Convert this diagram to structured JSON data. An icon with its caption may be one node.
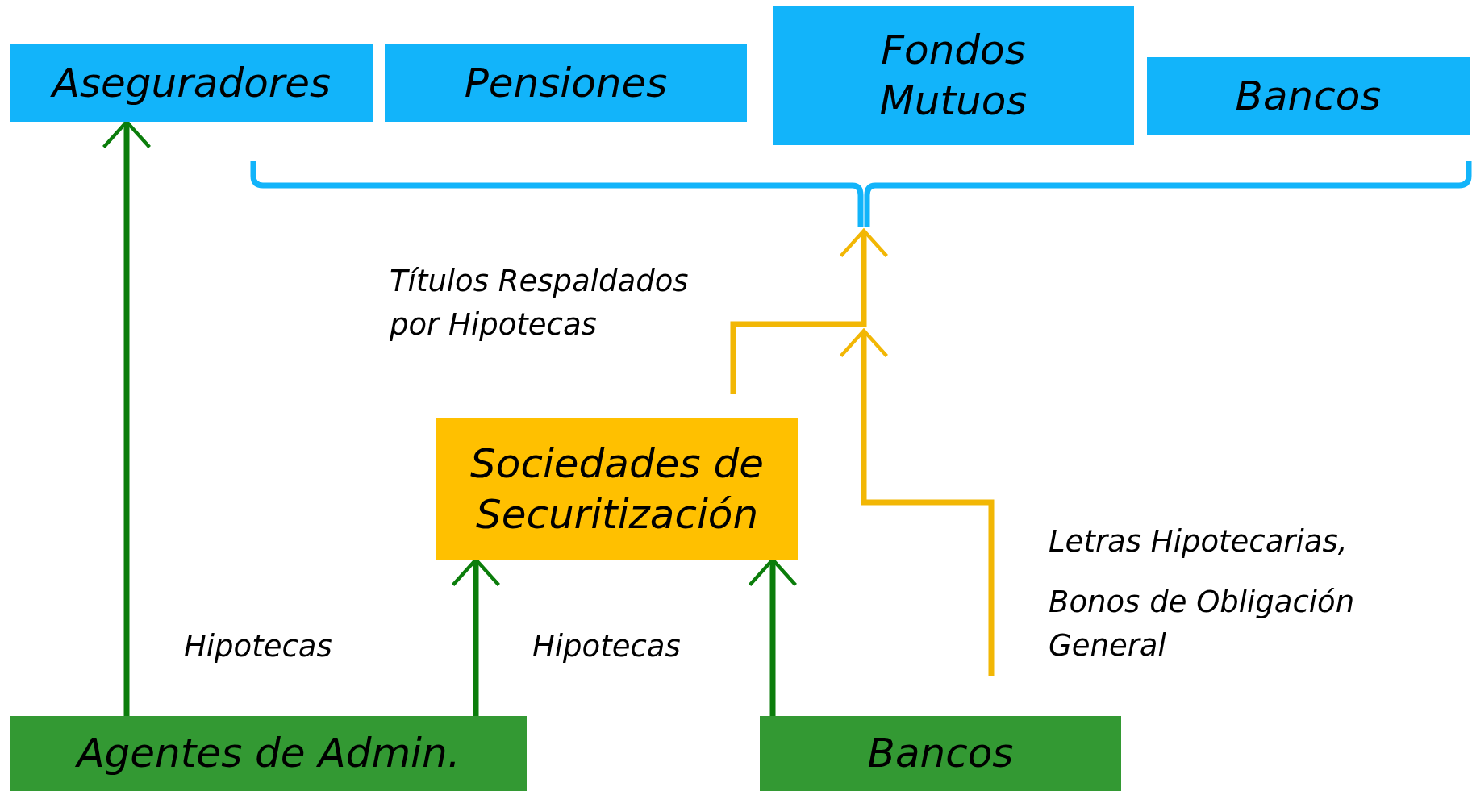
{
  "diagram": {
    "nodes": [
      {
        "text": [
          "Aseguradores"
        ]
      },
      {
        "text": [
          "Pensiones"
        ]
      },
      {
        "text": [
          "Fondos Mutuos"
        ]
      },
      {
        "text": [
          "Bancos"
        ]
      },
      {
        "text": [
          "Sociedades de Securitización"
        ]
      },
      {
        "text": [
          "Agentes de Admin."
        ]
      },
      {
        "text": [
          "Bancos"
        ]
      },
      {
        "text": [],
        "shape": "bracket"
      }
    ],
    "edges": [
      {
        "from": 5,
        "to": 0,
        "arrow": "to"
      },
      {
        "from": 5,
        "to": 4,
        "arrow": "to"
      },
      {
        "from": 6,
        "to": 4,
        "arrow": "to"
      },
      {
        "from": 4,
        "to": 7,
        "arrow": "to",
        "color": "#f2b705"
      },
      {
        "from": 6,
        "to": 7,
        "arrow": "to",
        "color": "#f2b705"
      }
    ],
    "labels": [
      "Títulos Respaldados por Hipotecas",
      "Letras Hipotecarias,",
      "Hipotecas",
      "Hipotecas",
      "Bonos de Obligación General"
    ]
  }
}
